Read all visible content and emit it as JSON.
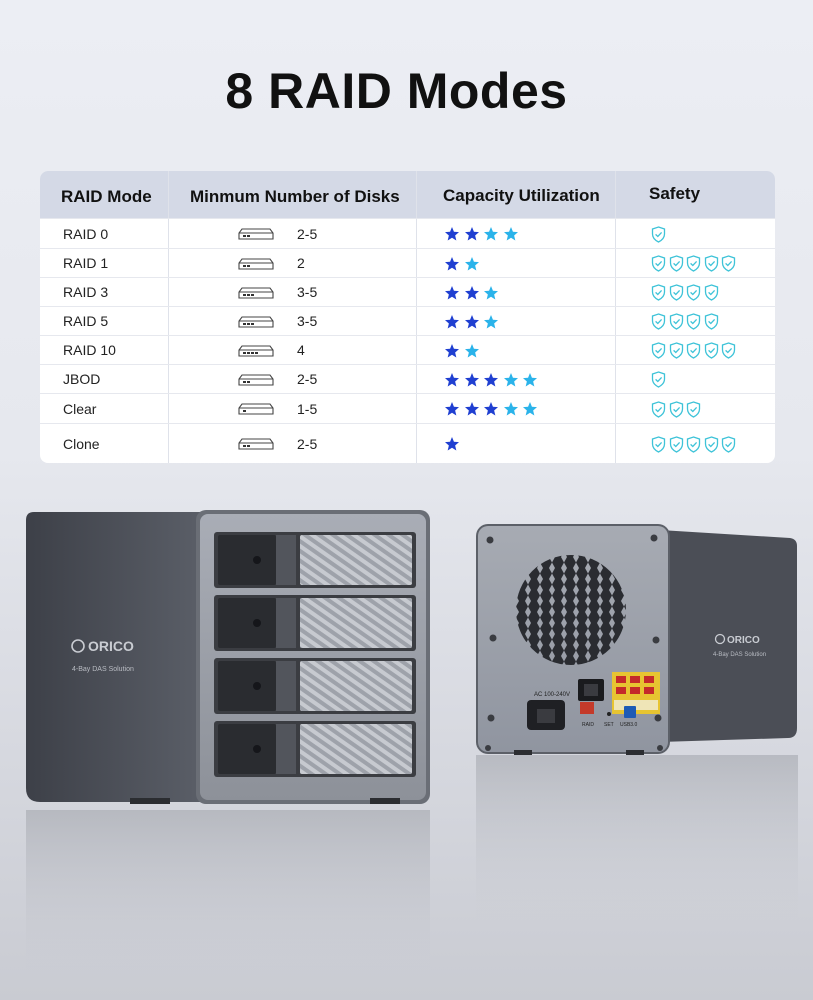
{
  "title": "8 RAID Modes",
  "table": {
    "headers": {
      "raid_mode": "RAID Mode",
      "min_disks": "Minmum Number of Disks",
      "capacity": "Capacity Utilization",
      "safety": "Safety"
    },
    "rows": [
      {
        "mode": "RAID 0",
        "disks": "2-5",
        "bays": 2,
        "capacity_stars": 4,
        "safety_shields": 1
      },
      {
        "mode": "RAID 1",
        "disks": "2",
        "bays": 2,
        "capacity_stars": 2,
        "safety_shields": 5
      },
      {
        "mode": "RAID 3",
        "disks": "3-5",
        "bays": 3,
        "capacity_stars": 3,
        "safety_shields": 4
      },
      {
        "mode": "RAID 5",
        "disks": "3-5",
        "bays": 3,
        "capacity_stars": 3,
        "safety_shields": 4
      },
      {
        "mode": "RAID 10",
        "disks": "4",
        "bays": 4,
        "capacity_stars": 2,
        "safety_shields": 5
      },
      {
        "mode": "JBOD",
        "disks": "2-5",
        "bays": 2,
        "capacity_stars": 5,
        "safety_shields": 1
      },
      {
        "mode": "Clear",
        "disks": "1-5",
        "bays": 1,
        "capacity_stars": 5,
        "safety_shields": 3
      },
      {
        "mode": "Clone",
        "disks": "2-5",
        "bays": 2,
        "capacity_stars": 1,
        "safety_shields": 5
      }
    ]
  },
  "icons": {
    "disk": "disk-bay-icon",
    "star": "star-icon",
    "shield": "shield-check-icon"
  },
  "colors": {
    "star_dark": "#1f3fd1",
    "star_light": "#2ab3ea",
    "shield": "#3ec3d8",
    "header_bg": "#d4d9e6"
  },
  "product": {
    "brand": "ORICO",
    "brand_tag": "4-Bay DAS Solution",
    "rear_labels": {
      "power": "AC 100-240V",
      "raid": "RAID",
      "set": "SET",
      "usb": "USB3.0"
    }
  }
}
